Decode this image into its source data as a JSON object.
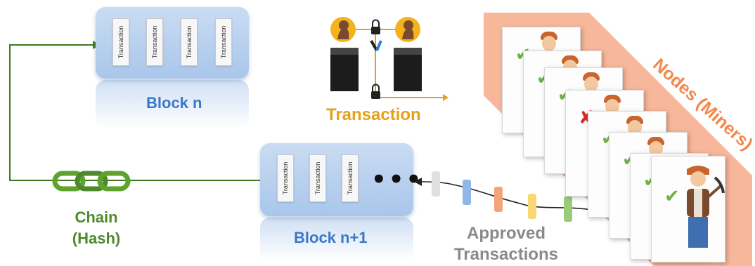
{
  "block_top": {
    "title": "Block n",
    "transactions": [
      "Transaction",
      "Transaction",
      "Transaction",
      "Transaction"
    ]
  },
  "block_bottom": {
    "title": "Block n+1",
    "transactions": [
      "Transaction",
      "Transaction",
      "Transaction"
    ],
    "more": "•••"
  },
  "chain": {
    "line1": "Chain",
    "line2": "(Hash)"
  },
  "transaction_label": "Transaction",
  "approved": {
    "line1": "Approved",
    "line2": "Transactions"
  },
  "nodes_label": "Nodes (Miners)",
  "node_marks": [
    "check",
    "check",
    "check",
    "cross",
    "check",
    "check",
    "check",
    "check"
  ],
  "approved_colors": [
    "#e0e0e0",
    "#8fb8e6",
    "#f2a57a",
    "#f7d774",
    "#9ccc7a"
  ],
  "colors": {
    "block_label": "#3c78c8",
    "chain": "#4e8a2c",
    "transaction": "#e3a21a",
    "approved": "#8a8a8a",
    "nodes_band": "#f7b79a",
    "check": "#6fb04a",
    "cross": "#d92a2a"
  }
}
